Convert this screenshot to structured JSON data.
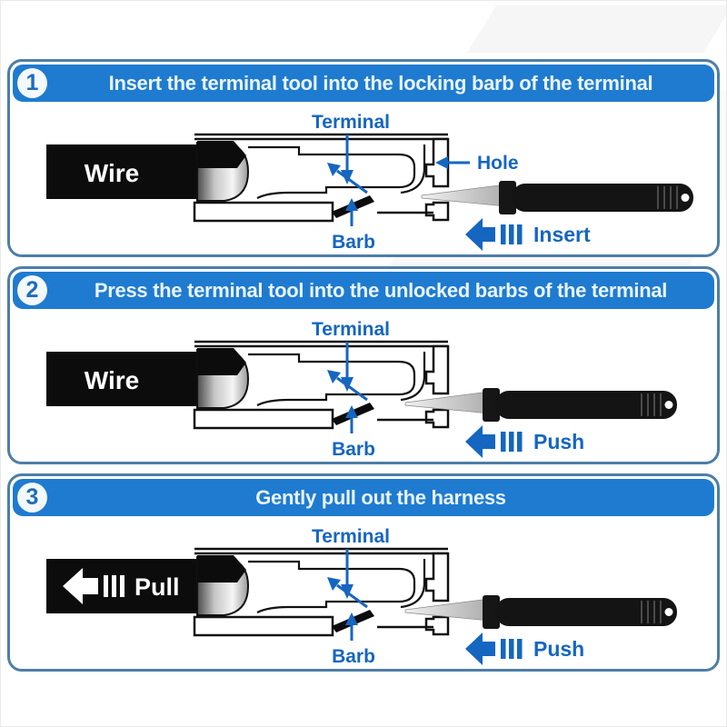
{
  "colors": {
    "header_blue": "#1e7bd0",
    "label_blue": "#1566c1",
    "panel_border": "#4d7ea7",
    "title_text": "#e9f4fd",
    "wire_black": "#0c0c0c"
  },
  "panels": [
    {
      "number": "1",
      "title": "Insert the terminal tool into the locking barb of the terminal",
      "diagram": {
        "wire_mode": "label",
        "wire_label": "Wire",
        "terminal_label": "Terminal",
        "hole_label": "Hole",
        "barb_label": "Barb",
        "action_label": "Insert",
        "show_hole": true,
        "tool_shift": 0
      }
    },
    {
      "number": "2",
      "title": "Press the terminal tool into the unlocked barbs of the terminal",
      "diagram": {
        "wire_mode": "label",
        "wire_label": "Wire",
        "terminal_label": "Terminal",
        "barb_label": "Barb",
        "action_label": "Push",
        "show_hole": false,
        "tool_shift": -18
      }
    },
    {
      "number": "3",
      "title": "Gently pull out the harness",
      "diagram": {
        "wire_mode": "pull",
        "wire_pull_label": "Pull",
        "terminal_label": "Terminal",
        "barb_label": "Barb",
        "action_label": "Push",
        "show_hole": false,
        "tool_shift": -18
      }
    }
  ]
}
